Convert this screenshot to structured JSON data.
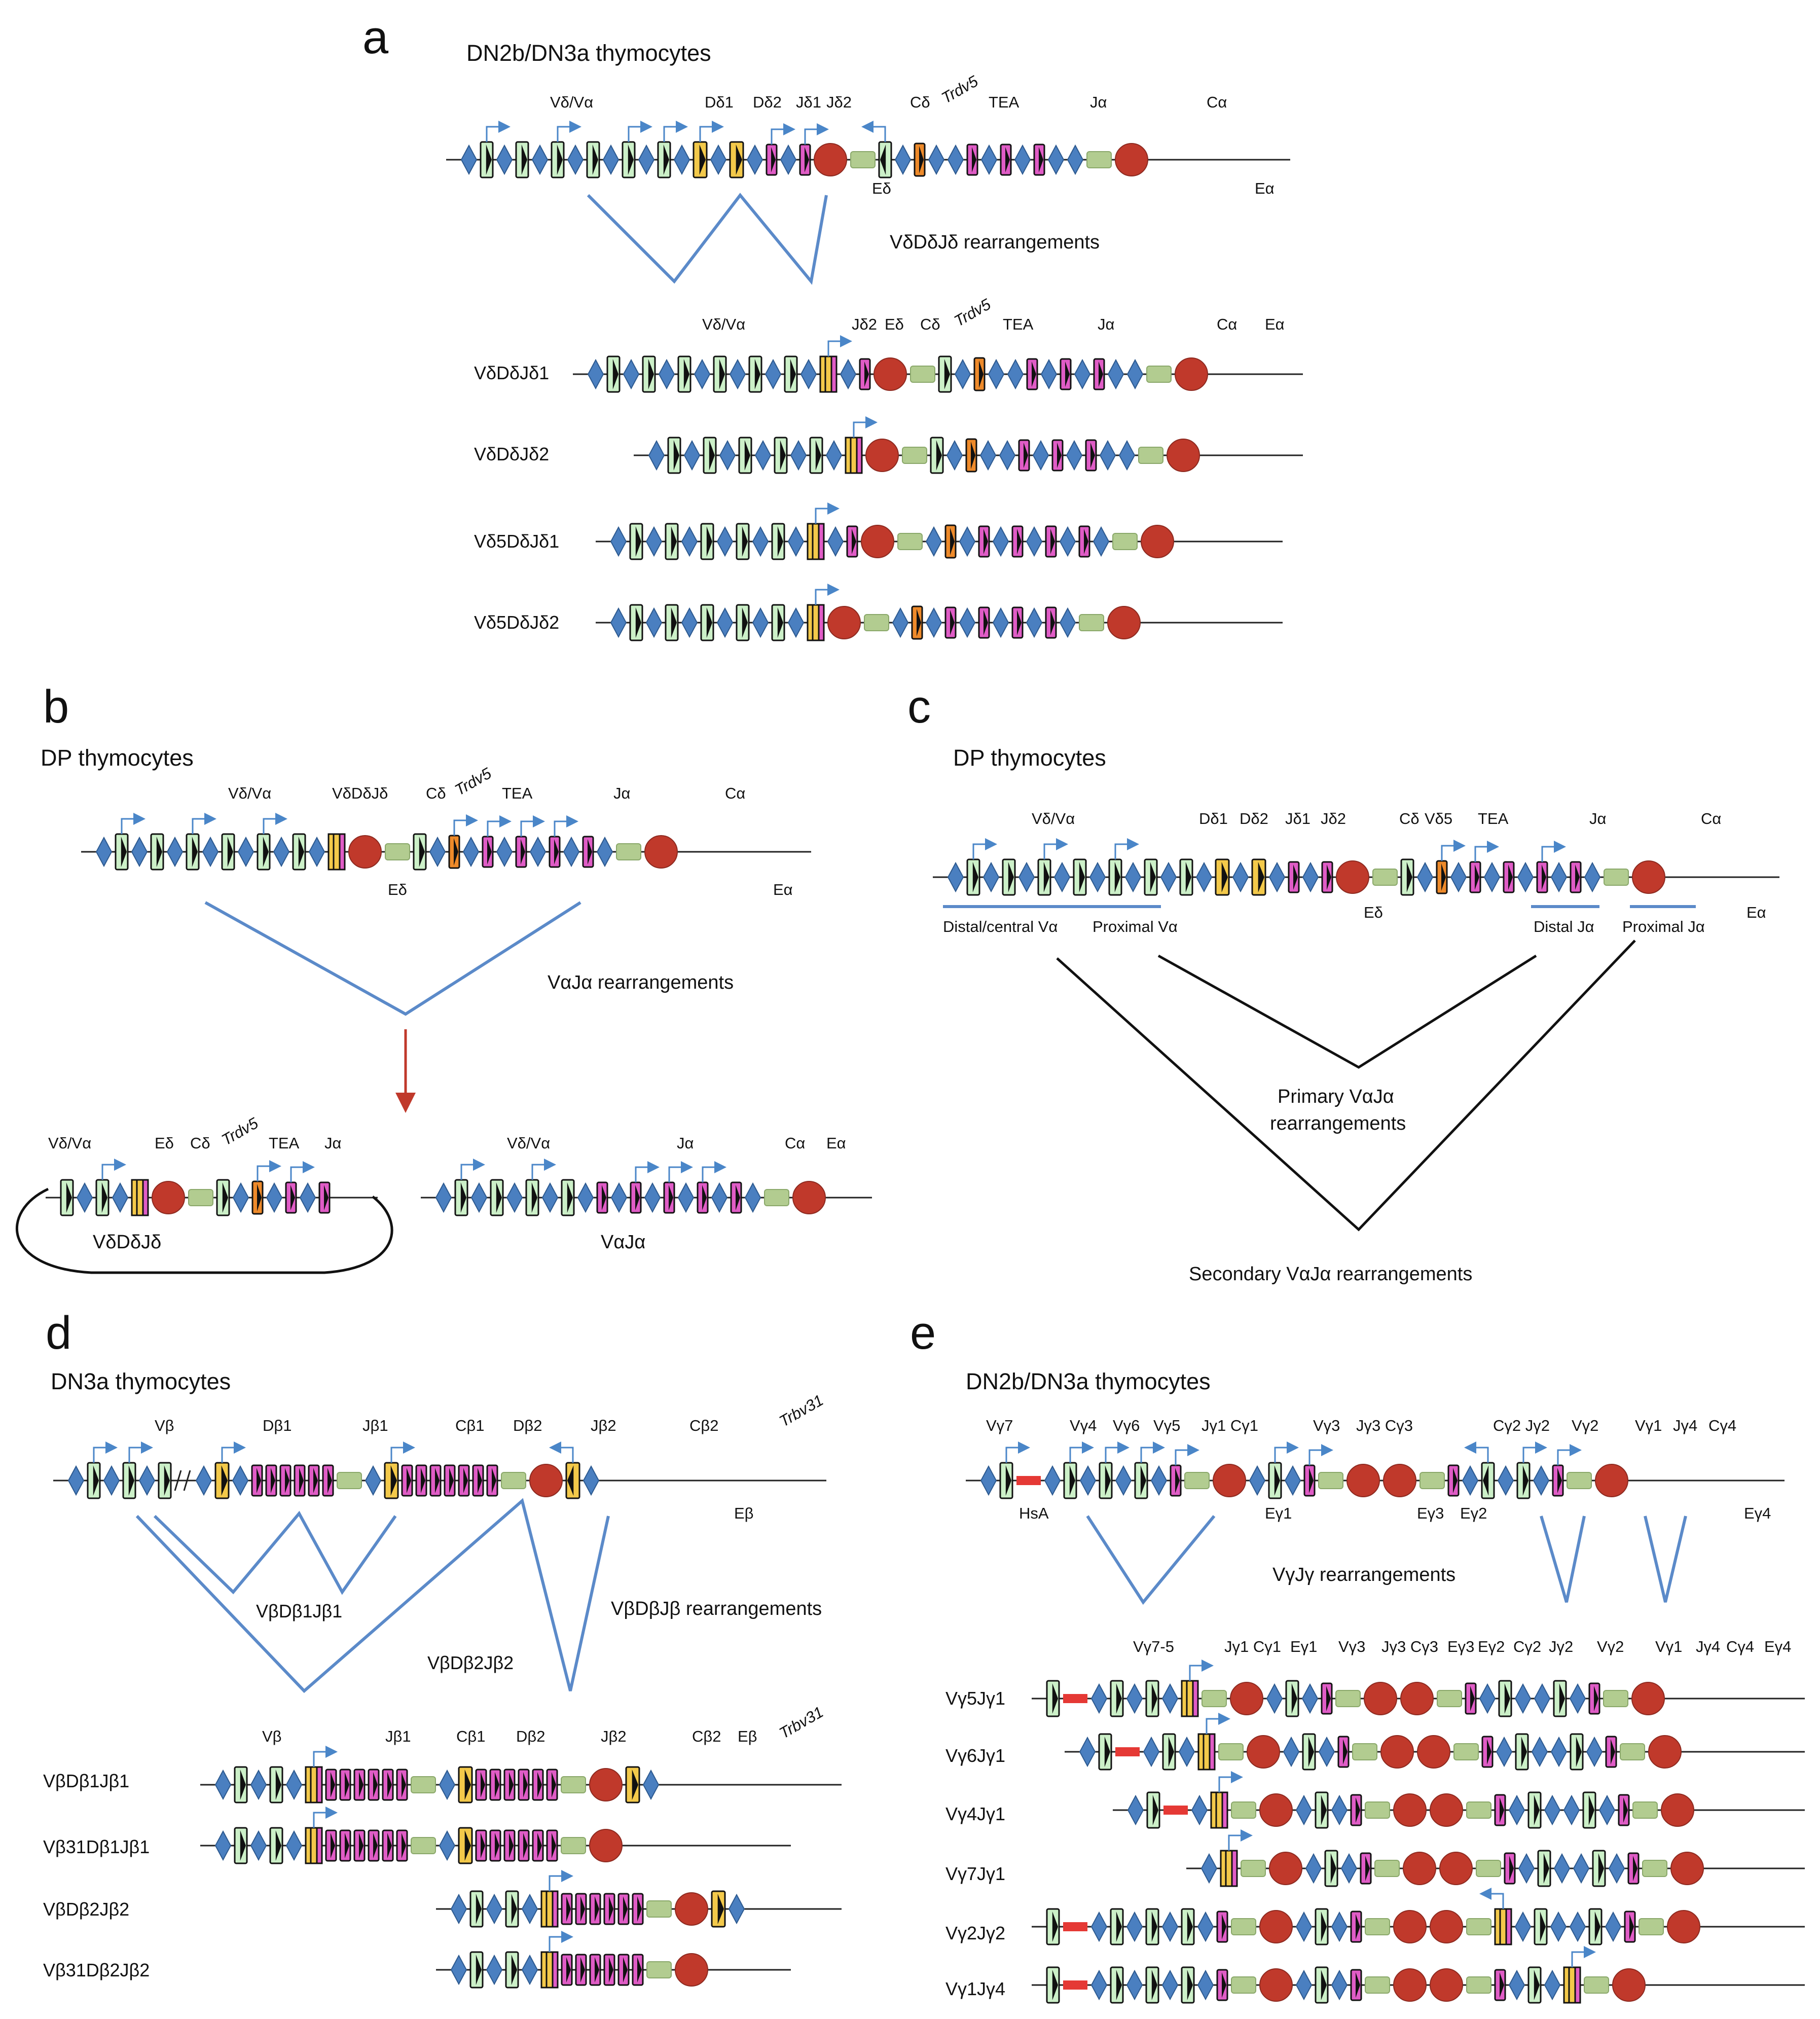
{
  "colors": {
    "recombination_signal": "#4a7fc0",
    "v_segment": "#ccf0c8",
    "d_segment": "#f3c94a",
    "j_segment": "#e05cc6",
    "c_segment": "#b2cc90",
    "enhancer": "#c0392b",
    "tea": "#ee8a2a",
    "hsa": "#e53935",
    "arrow": "#4a86c8",
    "loop_arrow": "#c0392b",
    "rearrangement_line": "#5b8ac9"
  },
  "icons": [
    "rss-diamond-icon",
    "v-segment-icon",
    "d-segment-icon",
    "j-segment-icon",
    "c-segment-icon",
    "enhancer-icon",
    "promoter-arrow-icon",
    "hsa-icon"
  ],
  "panels": {
    "a": {
      "label": "a",
      "title": "DN2b/DN3a thymocytes",
      "top_labels": {
        "vd_va": "Vδ/Vα",
        "dd1": "Dδ1",
        "dd2": "Dδ2",
        "jd1": "Jδ1",
        "jd2": "Jδ2",
        "cd": "Cδ",
        "trdv5": "Trdv5",
        "tea": "TEA",
        "ja": "Jα",
        "ca": "Cα",
        "ed": "Eδ",
        "ea": "Eα"
      },
      "rearr_label": "VδDδJδ rearrangements",
      "row_header": {
        "vd_va": "Vδ/Vα",
        "jd2": "Jδ2",
        "ed": "Eδ",
        "cd": "Cδ",
        "trdv5": "Trdv5",
        "tea": "TEA",
        "ja": "Jα",
        "ca": "Cα",
        "ea": "Eα"
      },
      "rows": [
        "VδDδJδ1",
        "VδDδJδ2",
        "Vδ5DδJδ1",
        "Vδ5DδJδ2"
      ]
    },
    "b": {
      "label": "b",
      "title": "DP thymocytes",
      "top_labels": {
        "vd_va": "Vδ/Vα",
        "vddj": "VδDδJδ",
        "cd": "Cδ",
        "trdv5": "Trdv5",
        "tea": "TEA",
        "ja": "Jα",
        "ca": "Cα",
        "ed": "Eδ",
        "ea": "Eα"
      },
      "rearr_label": "VαJα rearrangements",
      "circle_labels": {
        "vd_va": "Vδ/Vα",
        "ed": "Eδ",
        "cd": "Cδ",
        "trdv5": "Trdv5",
        "tea": "TEA",
        "ja": "Jα"
      },
      "circle_name": "VδDδJδ",
      "linear_labels": {
        "vd_va": "Vδ/Vα",
        "ja": "Jα",
        "ca": "Cα",
        "ea": "Eα"
      },
      "linear_name": "VαJα"
    },
    "c": {
      "label": "c",
      "title": "DP thymocytes",
      "top_labels": {
        "vd_va": "Vδ/Vα",
        "dd1": "Dδ1",
        "dd2": "Dδ2",
        "jd1": "Jδ1",
        "jd2": "Jδ2",
        "cd": "Cδ",
        "vd5": "Vδ5",
        "tea": "TEA",
        "ja": "Jα",
        "ca": "Cα",
        "ed": "Eδ",
        "ea": "Eα"
      },
      "regions": {
        "distal_v": "Distal/central Vα",
        "proximal_v": "Proximal Vα",
        "distal_j": "Distal Jα",
        "proximal_j": "Proximal Jα"
      },
      "primary": [
        "Primary VαJα",
        "rearrangements"
      ],
      "secondary": "Secondary VαJα rearrangements"
    },
    "d": {
      "label": "d",
      "title": "DN3a thymocytes",
      "top_labels": {
        "vb": "Vβ",
        "db1": "Dβ1",
        "jb1": "Jβ1",
        "cb1": "Cβ1",
        "db2": "Dβ2",
        "jb2": "Jβ2",
        "cb2": "Cβ2",
        "trbv31": "Trbv31",
        "eb": "Eβ"
      },
      "sub_labels": {
        "vbdb1jb1": "VβDβ1Jβ1",
        "vbdb2jb2": "VβDβ2Jβ2"
      },
      "rearr_label": "VβDβJβ rearrangements",
      "row_header": {
        "vb": "Vβ",
        "jb1": "Jβ1",
        "cb1": "Cβ1",
        "db2": "Dβ2",
        "jb2": "Jβ2",
        "cb2": "Cβ2",
        "eb": "Eβ",
        "trbv31": "Trbv31"
      },
      "rows": [
        "VβDβ1Jβ1",
        "Vβ31Dβ1Jβ1",
        "VβDβ2Jβ2",
        "Vβ31Dβ2Jβ2"
      ]
    },
    "e": {
      "label": "e",
      "title": "DN2b/DN3a thymocytes",
      "top_labels": {
        "vg7": "Vγ7",
        "vg4": "Vγ4",
        "vg6": "Vγ6",
        "vg5": "Vγ5",
        "jg1cg1": "Jγ1 Cγ1",
        "vg3": "Vγ3",
        "jg3cg3": "Jγ3 Cγ3",
        "cg2jg2": "Cγ2 Jγ2",
        "vg2": "Vγ2",
        "vg1": "Vγ1",
        "jg4": "Jγ4",
        "cg4": "Cγ4",
        "hsa": "HsA",
        "eg1": "Eγ1",
        "eg3": "Eγ3",
        "eg2": "Eγ2",
        "eg4": "Eγ4"
      },
      "rearr_label": "VγJγ rearrangements",
      "row_header": [
        "Vγ7-5",
        "Jγ1 Cγ1",
        "Eγ1",
        "Vγ3",
        "Jγ3 Cγ3",
        "Eγ3",
        "Eγ2",
        "Cγ2",
        "Jγ2",
        "Vγ2",
        "Vγ1",
        "Jγ4",
        "Cγ4",
        "Eγ4"
      ],
      "rows": [
        "Vγ5Jγ1",
        "Vγ6Jγ1",
        "Vγ4Jγ1",
        "Vγ7Jγ1",
        "Vγ2Jγ2",
        "Vγ1Jγ4"
      ]
    }
  }
}
